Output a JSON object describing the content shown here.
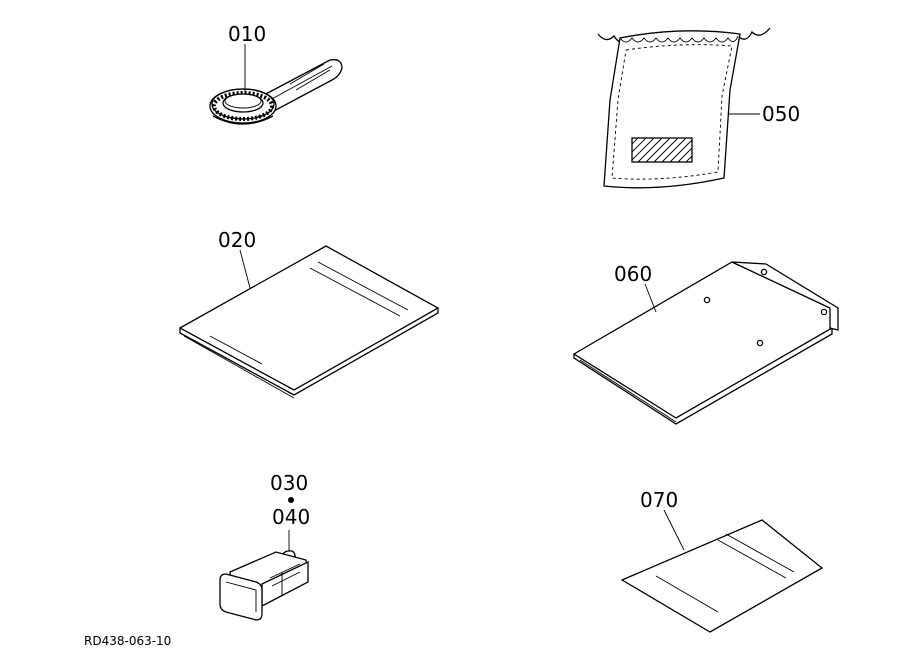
{
  "parts": [
    {
      "id": "010",
      "icon": "wrench-icon"
    },
    {
      "id": "020",
      "icon": "manual-icon"
    },
    {
      "id": "030",
      "icon": "fuse-icon"
    },
    {
      "id": "040",
      "icon": "fuse-icon"
    },
    {
      "id": "050",
      "icon": "tool-bag-icon"
    },
    {
      "id": "060",
      "icon": "cover-plate-icon"
    },
    {
      "id": "070",
      "icon": "sheet-icon"
    }
  ],
  "reference_code": "RD438-063-10"
}
